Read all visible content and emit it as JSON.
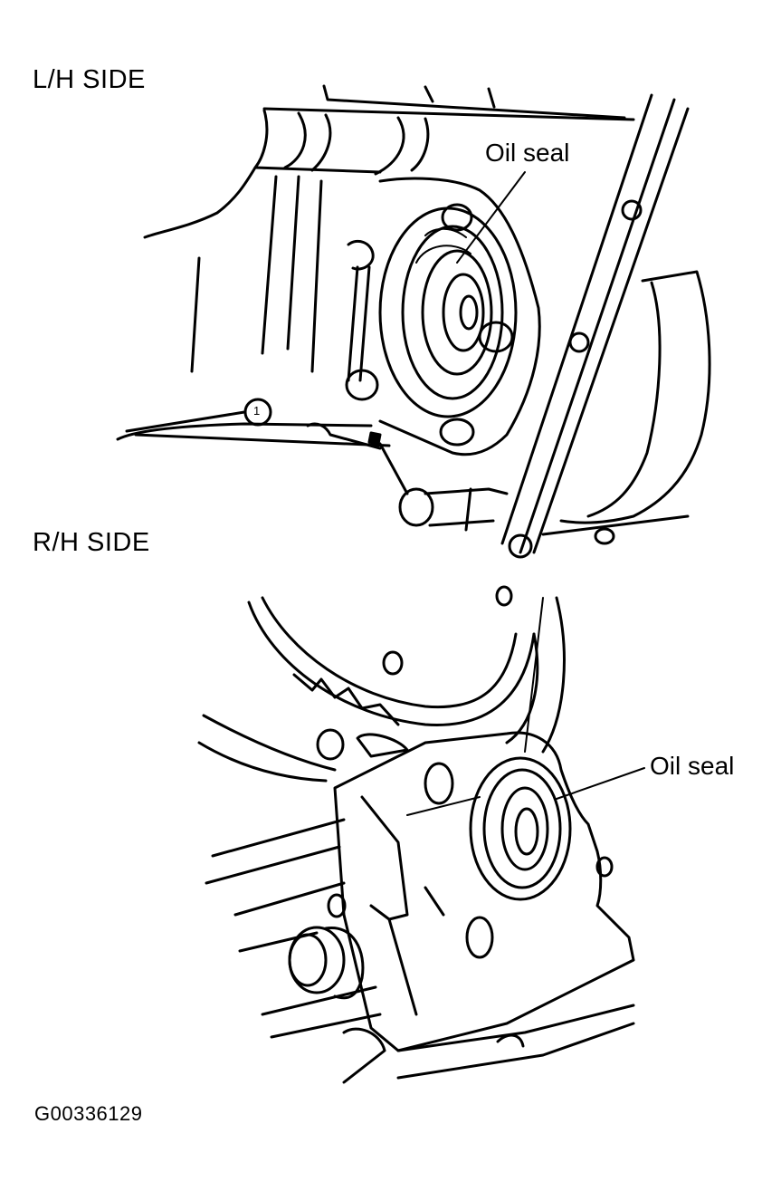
{
  "diagram": {
    "sections": [
      {
        "title": "L/H SIDE",
        "callout": "Oil seal",
        "marker": "1"
      },
      {
        "title": "R/H SIDE",
        "callout": "Oil seal"
      }
    ],
    "figure_id": "G00336129",
    "line_color": "#000000",
    "background_color": "#ffffff"
  }
}
